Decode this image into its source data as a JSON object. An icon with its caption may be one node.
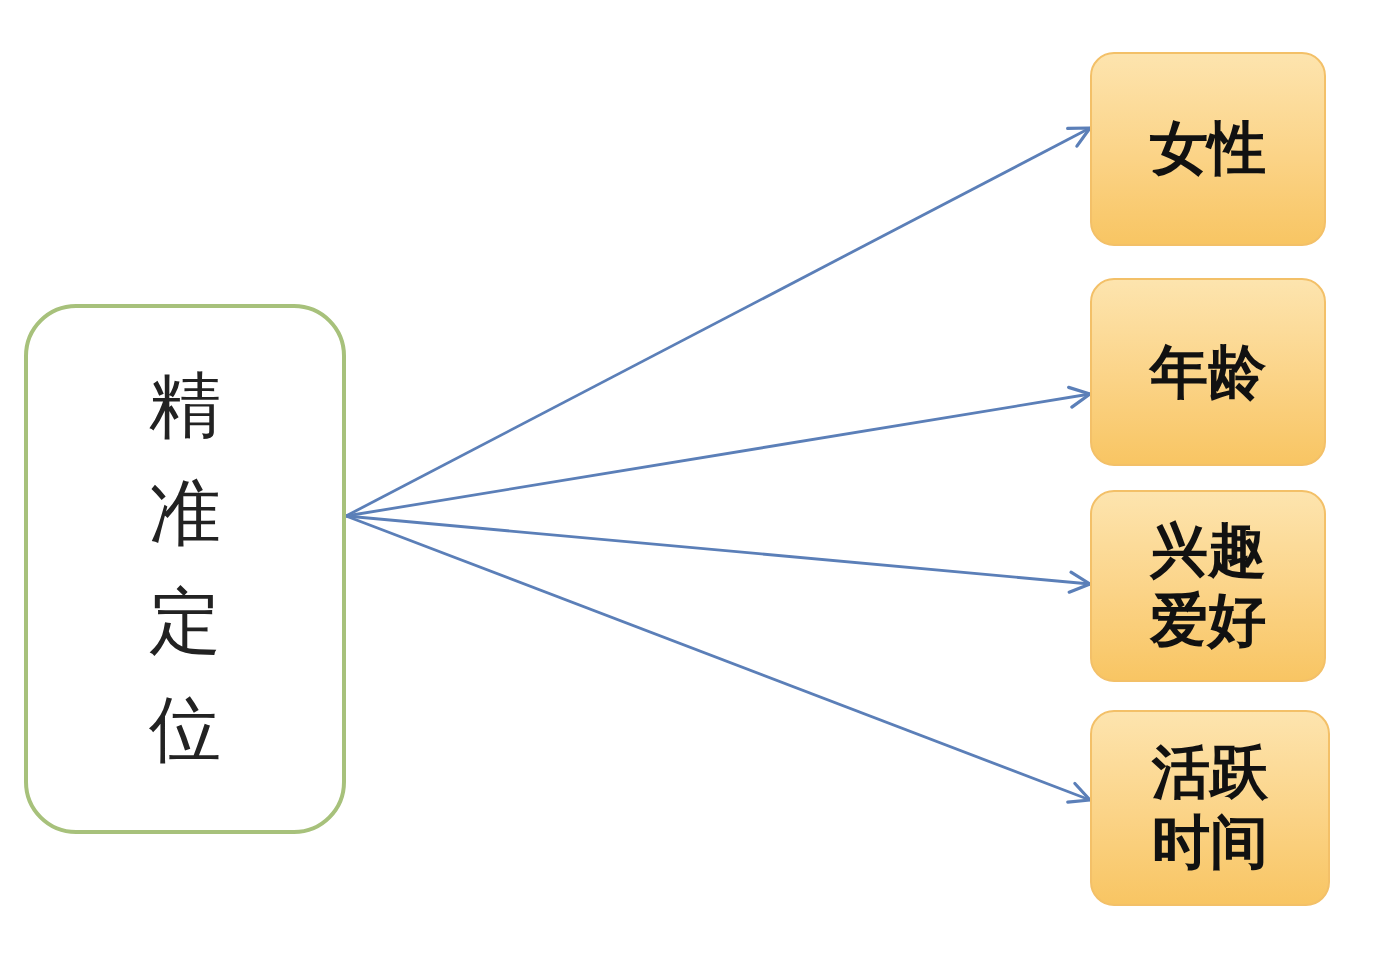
{
  "diagram": {
    "nodes": [
      {
        "text": [
          "精准定位"
        ]
      },
      {
        "text": [
          "女性"
        ]
      },
      {
        "text": [
          "年龄"
        ]
      },
      {
        "text": [
          "兴趣爱好"
        ]
      },
      {
        "text": [
          "活跃时间"
        ]
      }
    ],
    "edges": [
      {
        "from": 0,
        "to": 1,
        "arrow": "to"
      },
      {
        "from": 0,
        "to": 2,
        "arrow": "to"
      },
      {
        "from": 0,
        "to": 3,
        "arrow": "to"
      },
      {
        "from": 0,
        "to": 4,
        "arrow": "to"
      }
    ]
  }
}
